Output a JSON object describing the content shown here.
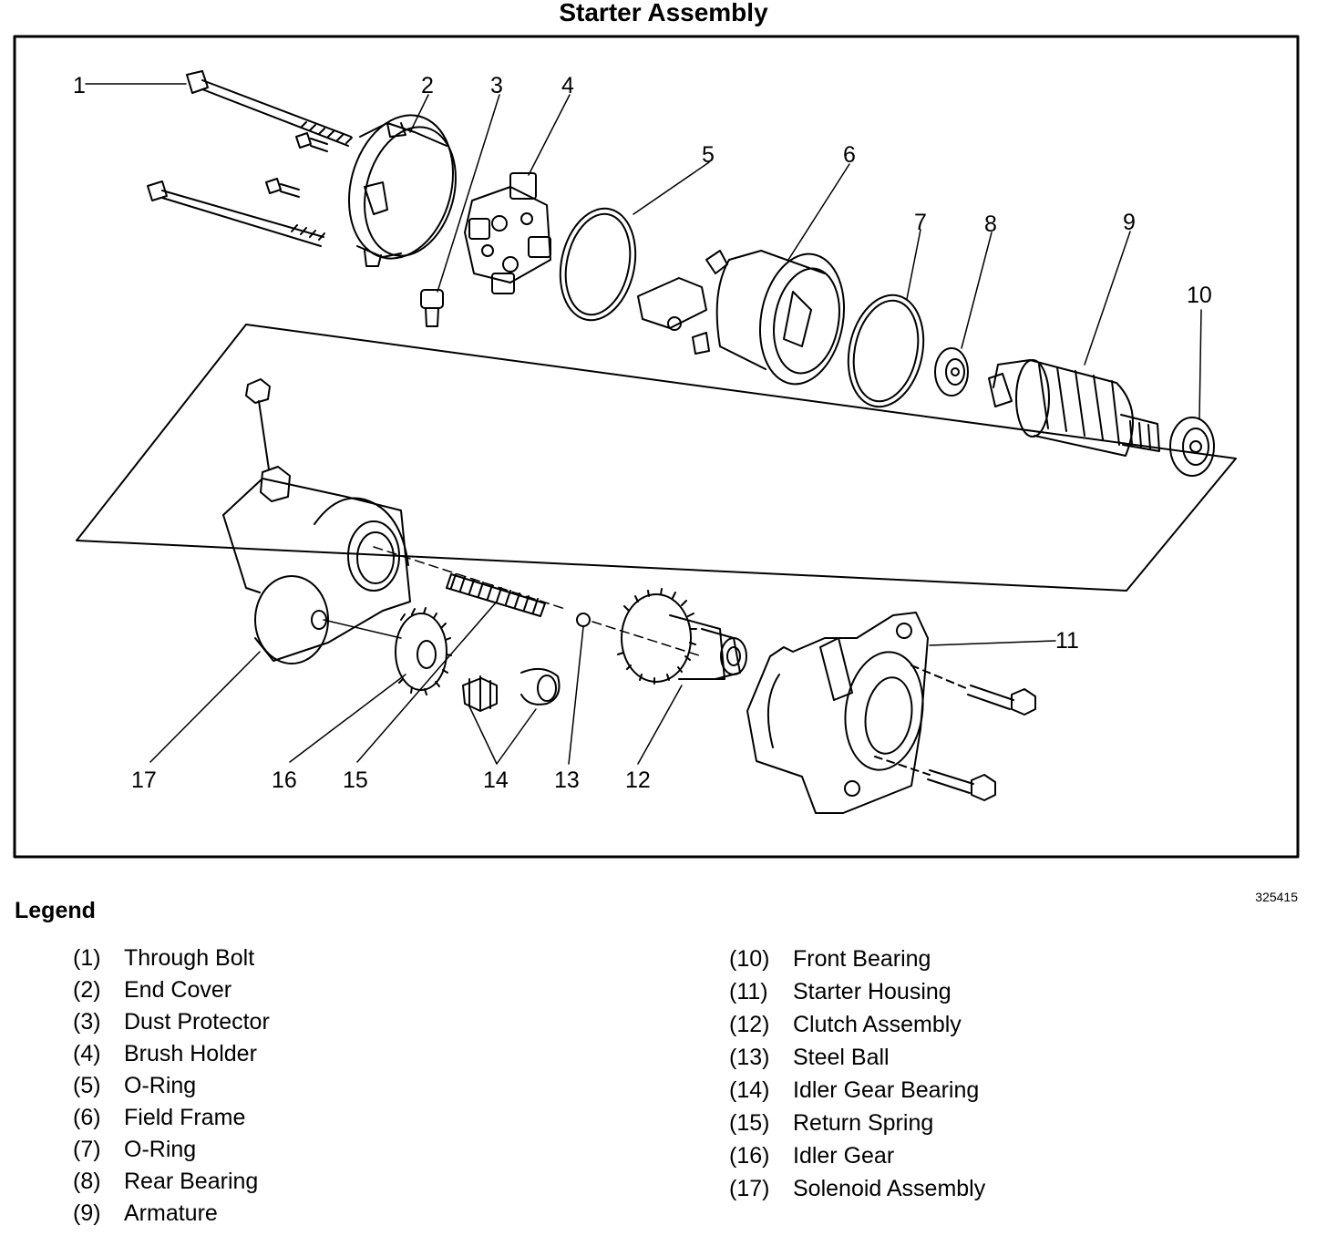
{
  "title": "Starter Assembly",
  "figure_id": "325415",
  "legend": {
    "heading": "Legend",
    "left": [
      {
        "num": "(1)",
        "label": "Through Bolt"
      },
      {
        "num": "(2)",
        "label": "End Cover"
      },
      {
        "num": "(3)",
        "label": "Dust Protector"
      },
      {
        "num": "(4)",
        "label": "Brush Holder"
      },
      {
        "num": "(5)",
        "label": "O-Ring"
      },
      {
        "num": "(6)",
        "label": "Field Frame"
      },
      {
        "num": "(7)",
        "label": "O-Ring"
      },
      {
        "num": "(8)",
        "label": "Rear Bearing"
      },
      {
        "num": "(9)",
        "label": "Armature"
      }
    ],
    "right": [
      {
        "num": "(10)",
        "label": "Front Bearing"
      },
      {
        "num": "(11)",
        "label": "Starter Housing"
      },
      {
        "num": "(12)",
        "label": "Clutch Assembly"
      },
      {
        "num": "(13)",
        "label": "Steel Ball"
      },
      {
        "num": "(14)",
        "label": "Idler Gear Bearing"
      },
      {
        "num": "(15)",
        "label": "Return Spring"
      },
      {
        "num": "(16)",
        "label": "Idler Gear"
      },
      {
        "num": "(17)",
        "label": "Solenoid Assembly"
      }
    ]
  },
  "callouts": [
    "1",
    "2",
    "3",
    "4",
    "5",
    "6",
    "7",
    "8",
    "9",
    "10",
    "11",
    "12",
    "13",
    "14",
    "15",
    "16",
    "17"
  ]
}
